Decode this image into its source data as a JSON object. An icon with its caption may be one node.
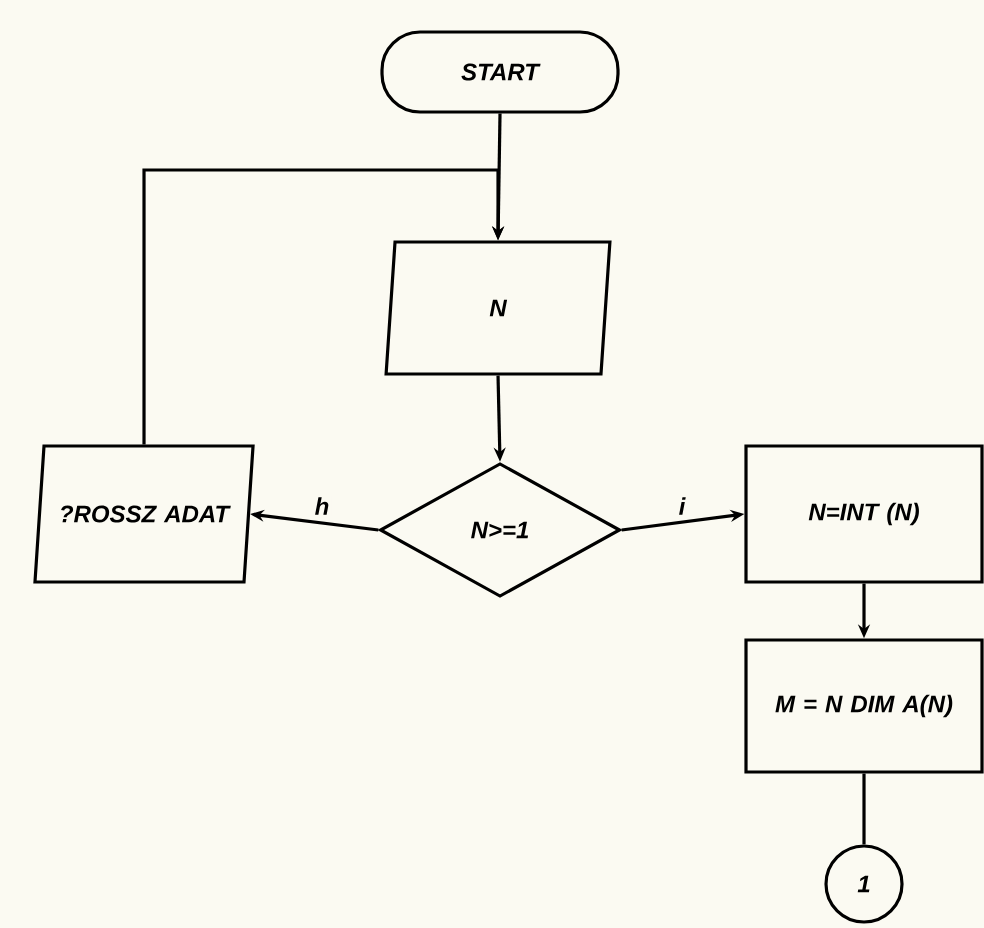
{
  "diagram": {
    "nodes": [
      {
        "text": [
          "START"
        ]
      },
      {
        "text": [
          "N"
        ]
      },
      {
        "text": [
          "N>=1"
        ]
      },
      {
        "text": [
          "?ROSSZ ADAT"
        ]
      },
      {
        "text": [
          "N=INT (N)"
        ]
      },
      {
        "text": [
          "M = N DIM A(N)"
        ]
      },
      {
        "text": [
          "1"
        ]
      }
    ],
    "edges": [
      {
        "from": 0,
        "to": 1,
        "arrow": "to"
      },
      {
        "from": 1,
        "to": 2,
        "arrow": "to"
      },
      {
        "from": 2,
        "to": 3,
        "arrow": "to",
        "label": "h"
      },
      {
        "from": 3,
        "to": 1,
        "arrow": "to"
      },
      {
        "from": 2,
        "to": 4,
        "arrow": "to",
        "label": "i"
      },
      {
        "from": 4,
        "to": 5,
        "arrow": "to"
      },
      {
        "from": 5,
        "to": 6,
        "arrow": "none"
      }
    ]
  }
}
